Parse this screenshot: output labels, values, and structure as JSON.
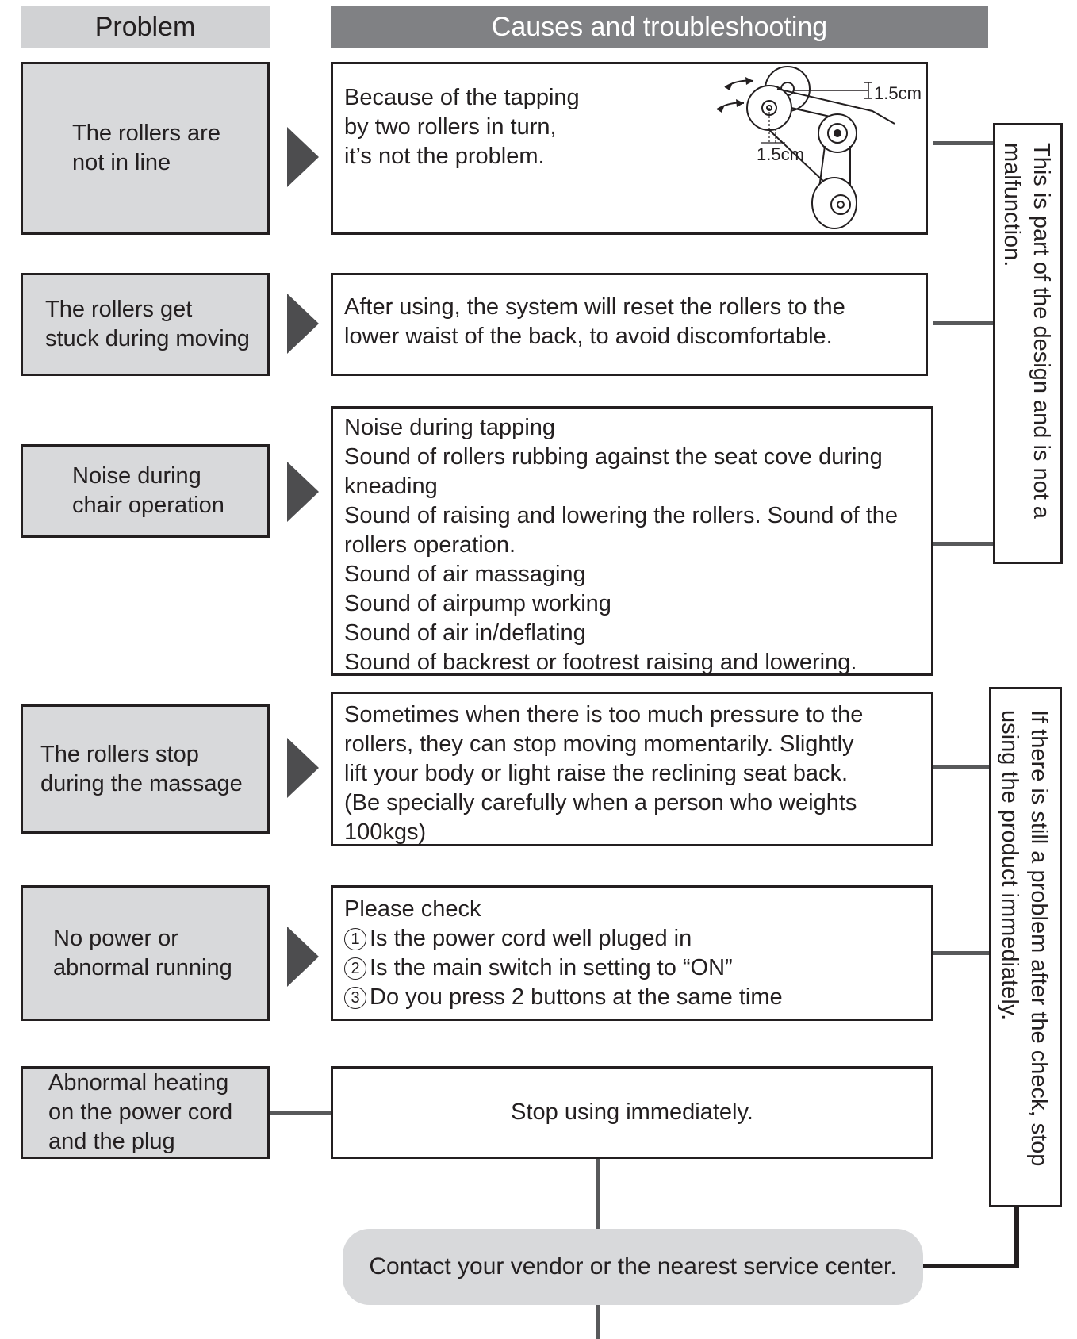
{
  "header": {
    "problem": "Problem",
    "causes": "Causes and troubleshooting"
  },
  "rows": [
    {
      "problem": "The rollers are\nnot in  line",
      "cause_lines": [
        "Because of the tapping",
        "by two rollers in turn,",
        "it’s not the problem."
      ],
      "diagram_labels": [
        "1.5cm",
        "1.5cm"
      ]
    },
    {
      "problem": "The rollers get\nstuck during moving",
      "cause_lines": [
        "After using, the system will reset the rollers to the",
        "lower waist of the back, to avoid discomfortable."
      ]
    },
    {
      "problem": "Noise during\nchair operation",
      "cause_lines": [
        "Noise during tapping",
        "Sound of rollers rubbing against the seat cove during",
        "kneading",
        "Sound of raising and lowering the rollers. Sound of the",
        "rollers operation.",
        "Sound of air massaging",
        "Sound of airpump working",
        "Sound of air in/deflating",
        "Sound of backrest or footrest raising and lowering."
      ]
    },
    {
      "problem": "The rollers stop\nduring the massage",
      "cause_lines": [
        "Sometimes when there is too much pressure to the",
        "rollers, they can stop moving momentarily. Slightly",
        "lift your body or light raise the reclining seat back.",
        "(Be specially carefully when a person who weights",
        "100kgs)"
      ]
    },
    {
      "problem": "No power or\nabnormal running",
      "cause_first": "Please check",
      "checks": [
        {
          "num": "1",
          "text": "Is the power cord well pluged in"
        },
        {
          "num": "2",
          "text": "Is the main switch in setting to “ON”"
        },
        {
          "num": "3",
          "text": "Do you press 2 buttons at the same time"
        }
      ]
    },
    {
      "problem": "Abnormal heating\non the power cord\nand the plug",
      "cause_lines": [
        "Stop using immediately."
      ]
    }
  ],
  "side_notes": {
    "design": "This is part of the design and is not a\nmalfunction.",
    "still_problem": "If there is still a problem after the check, stop\nusing the product immediately."
  },
  "contact": "Contact your vendor or the nearest service center."
}
